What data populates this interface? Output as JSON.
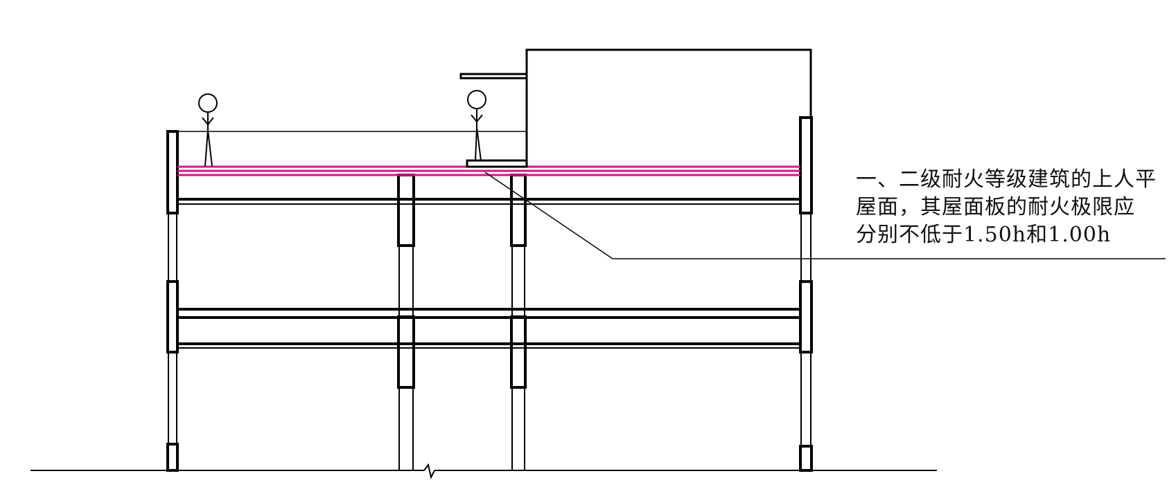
{
  "annotation": {
    "lines": [
      "一、二级耐火等级建筑的上人平",
      "屋面，其屋面板的耐火极限应",
      "分别不低于1.50h和1.00h"
    ]
  },
  "colors": {
    "structure": "#000000",
    "highlight_roof_slab": "#d6128b",
    "background": "#ffffff"
  }
}
